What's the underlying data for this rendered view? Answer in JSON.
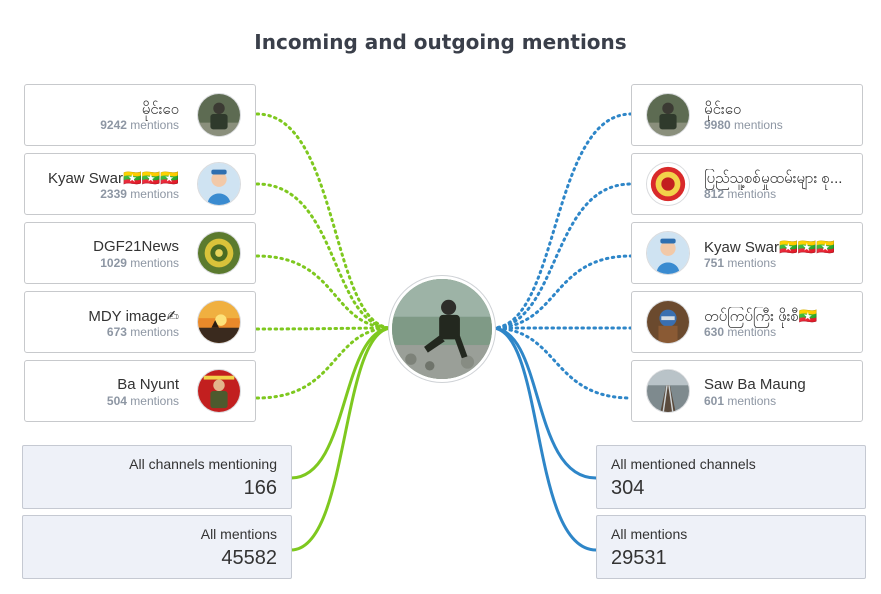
{
  "title": "Incoming and outgoing mentions",
  "mentions_suffix": "mentions",
  "colors": {
    "incoming": "#7ec81f",
    "outgoing": "#2e86c8"
  },
  "incoming": [
    {
      "name": "မိုင်းဝေ",
      "count": "9242",
      "avatar": "soldier-photo"
    },
    {
      "name": "Kyaw Swar🇲🇲🇲🇲🇲🇲",
      "count": "2339",
      "avatar": "child-photo"
    },
    {
      "name": "DGF21News",
      "count": "1029",
      "avatar": "emblem-logo"
    },
    {
      "name": "MDY image✍",
      "count": "673",
      "avatar": "sunset-photo"
    },
    {
      "name": "Ba Nyunt",
      "count": "504",
      "avatar": "soldier-red-photo"
    }
  ],
  "outgoing": [
    {
      "name": "မိုင်းဝေ",
      "count": "9980",
      "avatar": "soldier-photo"
    },
    {
      "name": "ပြည်သူ့စစ်မှုထမ်းများ စု...",
      "count": "812",
      "avatar": "badge-logo"
    },
    {
      "name": "Kyaw Swar🇲🇲🇲🇲🇲🇲",
      "count": "751",
      "avatar": "child-photo"
    },
    {
      "name": "တပ်ကြပ်ကြီး ဖိုးစီ🇲🇲",
      "count": "630",
      "avatar": "masked-photo"
    },
    {
      "name": "Saw Ba Maung",
      "count": "601",
      "avatar": "railway-photo"
    }
  ],
  "stats": {
    "channels_mentioning_label": "All channels mentioning",
    "channels_mentioning_value": "166",
    "all_mentions_in_label": "All mentions",
    "all_mentions_in_value": "45582",
    "mentioned_channels_label": "All mentioned channels",
    "mentioned_channels_value": "304",
    "all_mentions_out_label": "All mentions",
    "all_mentions_out_value": "29531"
  },
  "center": {
    "avatar": "soldier-on-rocks-photo"
  }
}
